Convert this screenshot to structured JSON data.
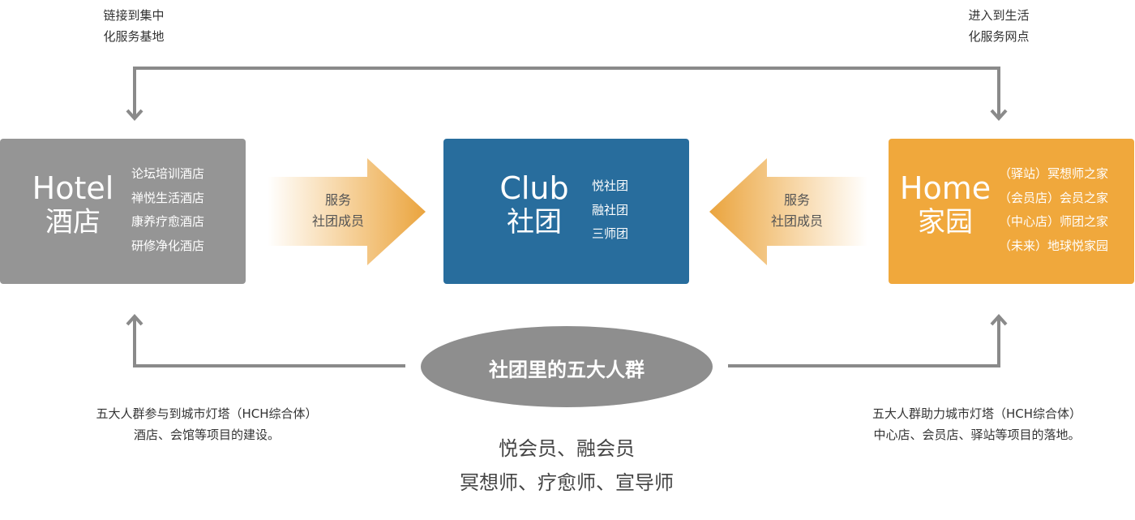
{
  "top_left_note": [
    "链接到集中",
    "化服务基地"
  ],
  "top_right_note": [
    "进入到生活",
    "化服务网点"
  ],
  "hotel": {
    "en": "Hotel",
    "cn": "酒店",
    "items": [
      "论坛培训酒店",
      "禅悦生活酒店",
      "康养疗愈酒店",
      "研修净化酒店"
    ]
  },
  "club": {
    "en": "Club",
    "cn": "社团",
    "items": [
      "悦社团",
      "融社团",
      "三师团"
    ]
  },
  "home": {
    "en": "Home",
    "cn": "家园",
    "items": [
      "（驿站）冥想师之家",
      "（会员店）会员之家",
      "（中心店）师团之家",
      "（未来）地球悦家园"
    ]
  },
  "arrow_left_to_club": [
    "服务",
    "社团成员"
  ],
  "arrow_right_to_club": [
    "服务",
    "社团成员"
  ],
  "center_ellipse": "社团里的五大人群",
  "bottom_left_note": [
    "五大人群参与到城市灯塔（HCH综合体）",
    "酒店、会馆等项目的建设。"
  ],
  "bottom_right_note": [
    "五大人群助力城市灯塔（HCH综合体）",
    "中心店、会员店、驿站等项目的落地。"
  ],
  "bottom_center": [
    "悦会员、融会员",
    "冥想师、疗愈师、宣导师"
  ],
  "colors": {
    "hotel": "#959595",
    "club": "#286d9d",
    "home": "#f0a83c",
    "connector": "#8a8a8a",
    "ellipse": "#8e8e8e"
  }
}
